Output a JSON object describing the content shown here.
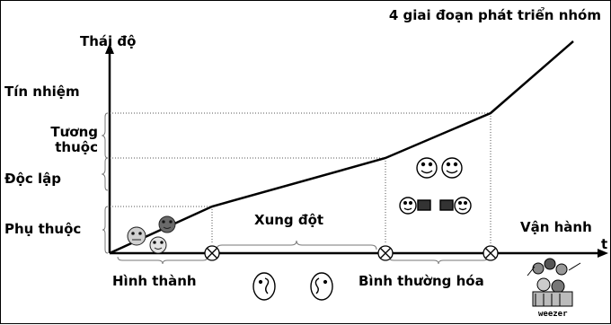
{
  "title": "4 giai đoạn phát triển nhóm",
  "y_axis_label": "Thái độ",
  "x_axis_label": "t",
  "y_levels": [
    "Tín nhiệm",
    "Tương thuộc",
    "Độc lập",
    "Phụ thuộc"
  ],
  "stages": [
    "Hình thành",
    "Xung đột",
    "Bình thường hóa",
    "Vận hành"
  ],
  "logo_text": "weezer",
  "icons": [
    "smiley-face-icon",
    "confused-face-icon",
    "shaking-hands-icon",
    "band-people-icon"
  ]
}
